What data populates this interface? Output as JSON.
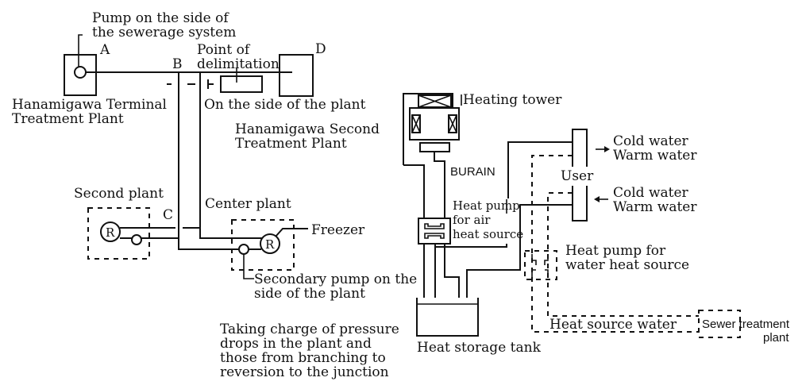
{
  "diagram": {
    "left_system": {
      "pump_label": [
        "Pump on the side of",
        "the sewerage system"
      ],
      "point_a": "A",
      "point_b": "B",
      "point_c": "C",
      "point_d": "D",
      "delimitation_label": [
        "Point of",
        "delimitation"
      ],
      "terminal_plant_label": [
        "Hanamigawa Terminal",
        "Treatment Plant"
      ],
      "plant_side_label": "On the side of the plant",
      "second_treatment_label": [
        "Hanamigawa Second",
        "Treatment Plant"
      ],
      "second_plant_label": "Second plant",
      "center_plant_label": "Center plant",
      "freezer_label": "Freezer",
      "r_symbol": "R",
      "secondary_pump_label": [
        "Secondary pump on the",
        "side of the plant"
      ],
      "note_label": [
        "Taking charge of pressure",
        "drops in the plant and",
        "those from branching to",
        "reversion to the junction"
      ]
    },
    "right_system": {
      "heating_tower_label": "Heating tower",
      "burain_label": "BURAIN",
      "air_heat_pump_label": [
        "Heat pump",
        "for air",
        "heat source"
      ],
      "user_label": "User",
      "outflow_label": [
        "Cold water",
        "Warm water"
      ],
      "inflow_label": [
        "Cold water",
        "Warm water"
      ],
      "water_heat_pump_label": [
        "Heat pump for",
        "water heat source"
      ],
      "heat_source_water_label": "Heat source water",
      "sewer_plant_label": [
        "Sewer treatment",
        "plant"
      ],
      "storage_tank_label": "Heat storage tank"
    }
  }
}
